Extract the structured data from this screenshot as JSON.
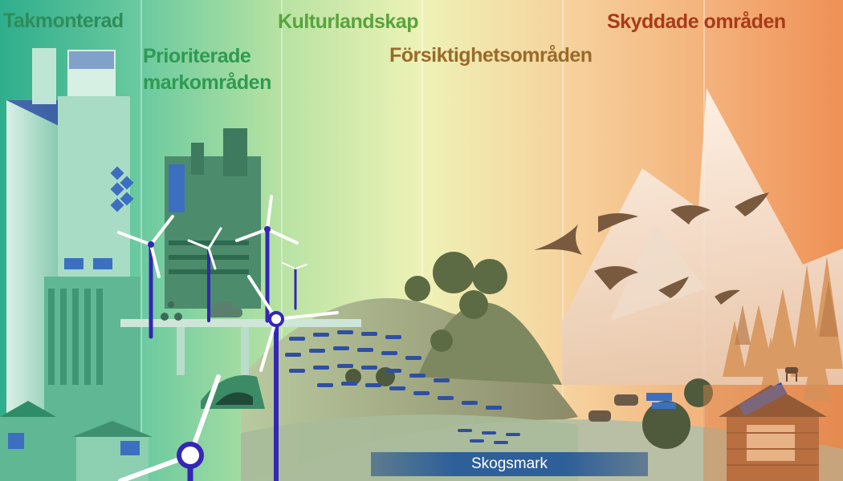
{
  "labels": {
    "takmonterad": "Takmonterad",
    "prioriterade_line1": "Prioriterade",
    "prioriterade_line2": "markområden",
    "kulturlandskap": "Kulturlandskap",
    "forsiktighetsomraden": "Försiktighetsområden",
    "skyddade_omraden": "Skyddade områden",
    "skogsmark": "Skogsmark"
  },
  "colors": {
    "zone_1": "#3db590",
    "zone_2": "#86d1a3",
    "zone_3": "#c9e7a8",
    "zone_4": "#f1f0b3",
    "zone_5": "#f8c896",
    "zone_6": "#f19a5e",
    "label_green": "#2f8c5a",
    "label_olive": "#4f9a38",
    "label_brown": "#9a6a2a",
    "label_red": "#a83a1a",
    "panel_blue": "#2f4fa3",
    "turbine_blue": "#3526b5"
  },
  "icons": [
    "wind-turbine-icon",
    "solar-panel-icon",
    "bird-icon",
    "cow-icon",
    "deer-icon",
    "cyclist-icon",
    "car-icon",
    "house-icon",
    "mountain-icon",
    "tree-icon"
  ]
}
